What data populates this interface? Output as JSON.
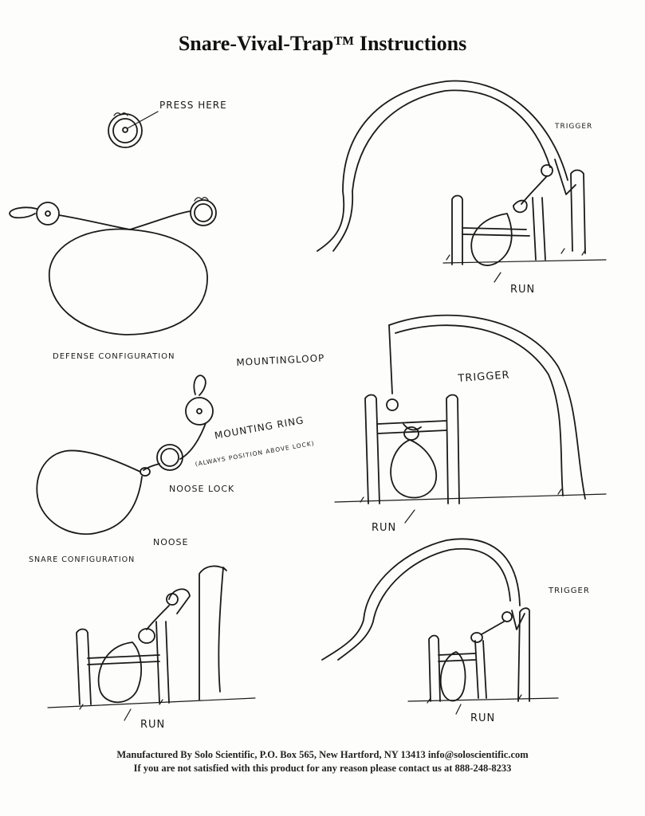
{
  "title": "Snare-Vival-Trap™  Instructions",
  "labels": {
    "press_here": "PRESS HERE",
    "defense_configuration": "DEFENSE CONFIGURATION",
    "mounting_loop": "MOUNTINGLOOP",
    "mounting_ring": "MOUNTING RING",
    "mounting_ring_note": "(ALWAYS POSITION ABOVE LOCK)",
    "noose_lock": "NOOSE LOCK",
    "noose": "NOOSE",
    "snare_configuration": "SNARE CONFIGURATION",
    "trigger_1": "TRIGGER",
    "run_1": "RUN",
    "trigger_2": "TRIGGER",
    "run_2": "RUN",
    "run_3": "RUN",
    "trigger_4": "TRIGGER",
    "run_4": "RUN"
  },
  "footer": {
    "line1": "Manufactured By Solo Scientific, P.O. Box 565, New Hartford, NY 13413  info@soloscientific.com",
    "line2": "If you are not satisfied with this product for any reason please contact us at 888-248-8233"
  }
}
